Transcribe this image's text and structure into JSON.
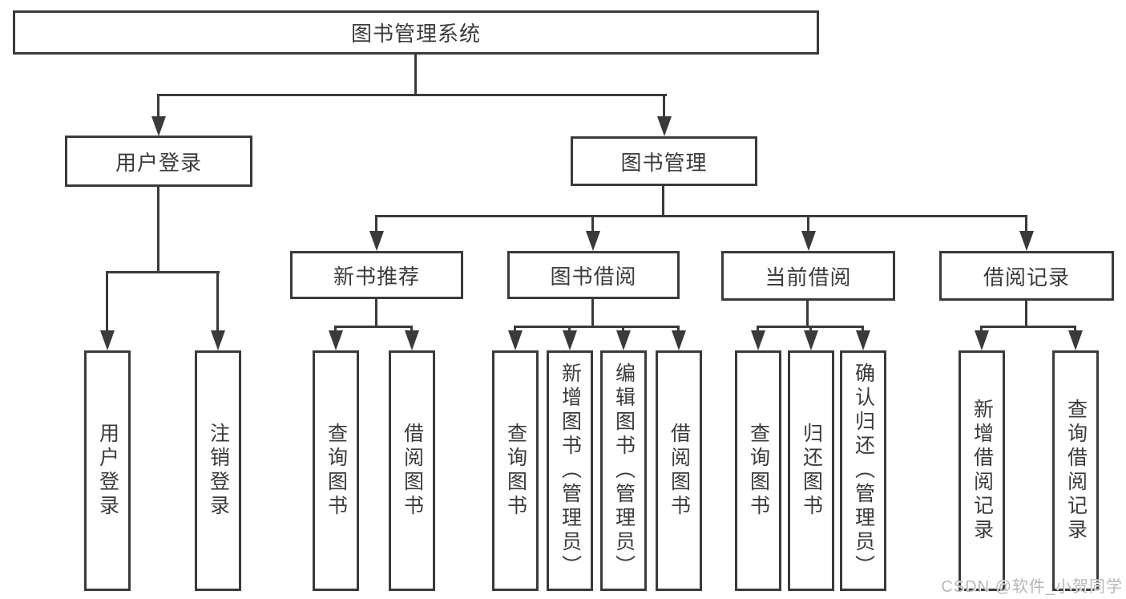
{
  "diagram": {
    "root": {
      "label": "图书管理系统"
    },
    "branches": [
      {
        "label": "用户登录",
        "children": [
          {
            "label": "用户登录"
          },
          {
            "label": "注销登录"
          }
        ]
      },
      {
        "label": "图书管理",
        "children": [
          {
            "label": "新书推荐",
            "children": [
              {
                "label": "查询图书"
              },
              {
                "label": "借阅图书"
              }
            ]
          },
          {
            "label": "图书借阅",
            "children": [
              {
                "label": "查询图书"
              },
              {
                "label": "新增图书（管理员）"
              },
              {
                "label": "编辑图书（管理员）"
              },
              {
                "label": "借阅图书"
              }
            ]
          },
          {
            "label": "当前借阅",
            "children": [
              {
                "label": "查询图书"
              },
              {
                "label": "归还图书"
              },
              {
                "label": "确认归还（管理员）"
              }
            ]
          },
          {
            "label": "借阅记录",
            "children": [
              {
                "label": "新增借阅记录"
              },
              {
                "label": "查询借阅记录"
              }
            ]
          }
        ]
      }
    ]
  },
  "watermark": {
    "text": "CSDN @软件_小贺同学"
  },
  "colors": {
    "background": "#ffffff",
    "line": "#3a3a3a",
    "text": "#3b3b3b",
    "watermark": "#b7b7b7"
  }
}
